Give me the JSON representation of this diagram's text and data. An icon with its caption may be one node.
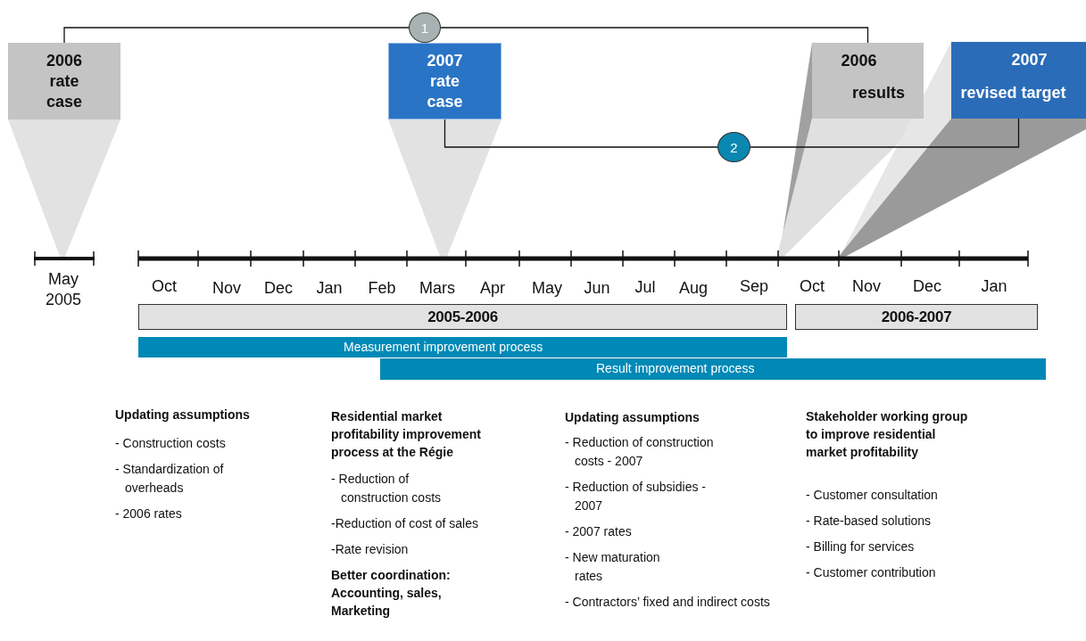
{
  "diagram": {
    "nodes": [
      {
        "text": [
          "2006 rate case"
        ]
      },
      {
        "text": [
          "2007 rate case"
        ]
      },
      {
        "text": [
          "2006",
          "results"
        ]
      },
      {
        "text": [
          "2007",
          "revised target"
        ]
      },
      {
        "text": [
          "1"
        ]
      },
      {
        "text": [
          "2"
        ]
      },
      {
        "text": [
          "2005-2006"
        ]
      },
      {
        "text": [
          "2006-2007"
        ]
      },
      {
        "text": [
          "Measurement improvement process"
        ]
      },
      {
        "text": [
          "Result improvement process"
        ]
      }
    ],
    "edges": [
      {
        "from": 0,
        "to": 4,
        "arrow": "none"
      },
      {
        "from": 4,
        "to": 2,
        "arrow": "none"
      },
      {
        "from": 1,
        "to": 5,
        "arrow": "none"
      },
      {
        "from": 5,
        "to": 3,
        "arrow": "none"
      }
    ],
    "labels": [
      "May 2005",
      "Oct",
      "Nov",
      "Dec",
      "Jan",
      "Feb",
      "Mars",
      "Apr",
      "May",
      "Jun",
      "Jul",
      "Aug",
      "Sep",
      "Oct",
      "Nov",
      "Dec",
      "Jan",
      "Updating assumptions",
      "- Construction costs",
      "- Standardization of overheads",
      "- 2006 rates",
      "Residential market profitability improvement process at the Régie",
      "- Reduction of construction costs",
      "-Reduction of cost of sales",
      "-Rate revision",
      "Better coordination: Accounting, sales, Marketing",
      "Updating assumptions",
      "- Reduction of construction costs - 2007",
      "- Reduction of subsidies - 2007",
      "- 2007 rates",
      "- New maturation rates",
      "- Contractors’ fixed and indirect costs",
      "Stakeholder working group to improve residential market profitability",
      "- Customer consultation",
      "- Rate-based solutions",
      "- Billing for services",
      "- Customer contribution"
    ]
  }
}
